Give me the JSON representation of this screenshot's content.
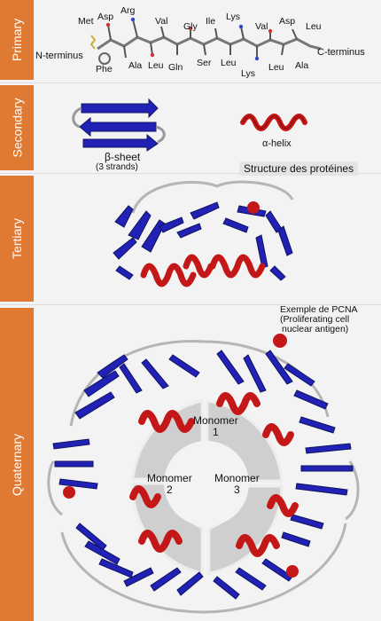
{
  "levels": {
    "primary": "Primary",
    "secondary": "Secondary",
    "tertiary": "Tertiary",
    "quaternary": "Quaternary"
  },
  "primary": {
    "n_terminus": "N-terminus",
    "c_terminus": "C-terminus",
    "amino_acids_top": [
      "Met",
      "Asp",
      "Arg",
      "Val",
      "Gly",
      "Ile",
      "Lys",
      "Val",
      "Asp",
      "Leu"
    ],
    "amino_acids_bottom": [
      "Phe",
      "Ala",
      "Leu",
      "Gln",
      "Ser",
      "Leu",
      "Lys",
      "Leu",
      "Ala"
    ]
  },
  "secondary": {
    "beta_sheet_label": "β-sheet",
    "beta_sheet_sub": "(3 strands)",
    "alpha_helix_label": "α-helix",
    "caption": "Structure des protéines"
  },
  "tertiary": {
    "example_label": "Exemple de PCNA",
    "example_sub1": "(Proliferating cell",
    "example_sub2": "nuclear antigen)"
  },
  "quaternary": {
    "monomer1": [
      "Monomer",
      "1"
    ],
    "monomer2": [
      "Monomer",
      "2"
    ],
    "monomer3": [
      "Monomer",
      "3"
    ]
  },
  "colors": {
    "band": "#e07a33",
    "strand": "#2121b5",
    "helix": "#c41818",
    "loop": "#b5b5b5",
    "disc": "#cfcfcf"
  },
  "icons": [
    "beta-sheet-icon",
    "alpha-helix-icon",
    "pcna-tertiary-icon",
    "pcna-quaternary-icon"
  ]
}
